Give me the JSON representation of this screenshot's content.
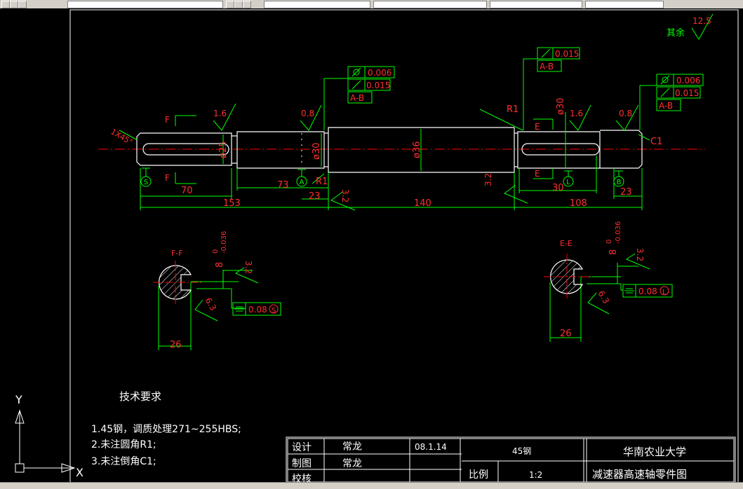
{
  "dimensions": {
    "d153": "153",
    "d70": "70",
    "d73": "73",
    "d23a": "23",
    "d140": "140",
    "d108": "108",
    "d30": "30",
    "d23b": "23",
    "dia25": "ø25",
    "dia30": "ø30",
    "dia36": "ø36",
    "dia30b": "ø30",
    "chamfer": "1X45°",
    "r1a": "R1",
    "r1b": "R1",
    "c1": "C1",
    "d26a": "26",
    "d26b": "26",
    "key_depth_a": "8",
    "key_tol_a_top": "0",
    "key_tol_a_bot": "-0.036",
    "key_depth_b": "8",
    "key_tol_b_top": "0",
    "key_tol_b_bot": "-0.036"
  },
  "roughness": {
    "r16a": "1.6",
    "r08a": "0.8",
    "r16b": "1.6",
    "r08b": "0.8",
    "r32a": "3.2",
    "r32b": "3.2",
    "r32c": "3.2",
    "r32d": "3.2",
    "r63a": "6.3",
    "r63b": "6.3",
    "other": "其余",
    "other_value": "12.5"
  },
  "gdt": {
    "mid_cyl": "0.006",
    "mid_run": "0.015",
    "mid_datum": "A-B",
    "top_run": "0.015",
    "top_datum": "A-B",
    "right_cyl": "0.006",
    "right_run": "0.015",
    "right_datum": "A-B",
    "sym_a": "0.08",
    "sym_a_datum": "S",
    "sym_b": "0.08",
    "sym_b_datum": "L"
  },
  "labels": {
    "datum_s": "S",
    "datum_a": "A",
    "datum_l": "L",
    "datum_b": "B",
    "sec_f_top": "F",
    "sec_f_bot": "F",
    "sec_e_top": "E",
    "sec_e_bot": "E",
    "section_ff": "F-F",
    "section_ee": "E-E"
  },
  "tech": {
    "title": "技术要求",
    "line1": "1.45钢，调质处理271~255HBS;",
    "line2": "2.未注圆角R1;",
    "line3": "3.未注倒角C1;"
  },
  "title_block": {
    "design": "设计",
    "designer": "常龙",
    "date": "08.1.14",
    "material": "45钢",
    "school": "华南农业大学",
    "drawn": "制图",
    "drafter": "常龙",
    "check": "校核",
    "scale_label": "比例",
    "scale": "1:2",
    "drawing_name": "减速器高速轴零件图"
  },
  "ucs": {
    "x": "X",
    "y": "Y"
  },
  "colors": {
    "background": "#000000",
    "outline": "#ffffff",
    "dimension": "#00ff00",
    "text": "#ffffff",
    "center": "#ff0000"
  }
}
